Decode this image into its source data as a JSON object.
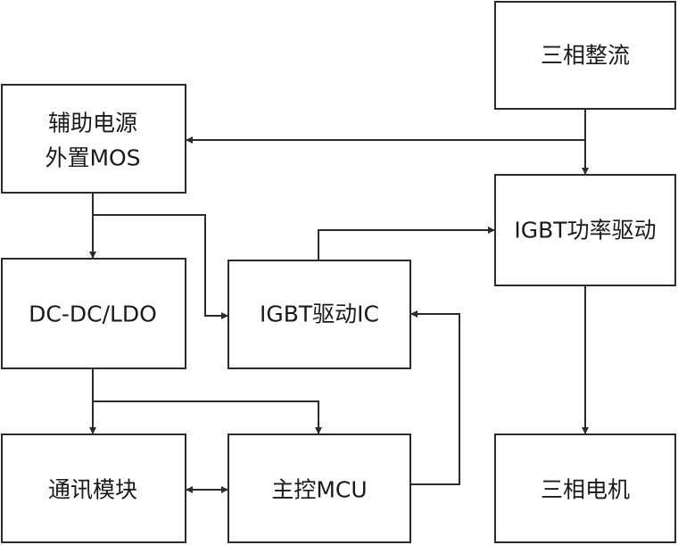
{
  "blocks": {
    "rectifier": {
      "label": "三相整流"
    },
    "aux_power": {
      "line1": "辅助电源",
      "line2": "外置MOS"
    },
    "igbt_power": {
      "label": "IGBT功率驱动"
    },
    "dcdc": {
      "label": "DC-DC/LDO"
    },
    "igbt_ic": {
      "label": "IGBT驱动IC"
    },
    "comm": {
      "label": "通讯模块"
    },
    "mcu": {
      "label": "主控MCU"
    },
    "motor": {
      "label": "三相电机"
    }
  },
  "colors": {
    "stroke": "#2b2b2b",
    "text": "#1a1a1a",
    "background": "#ffffff"
  }
}
